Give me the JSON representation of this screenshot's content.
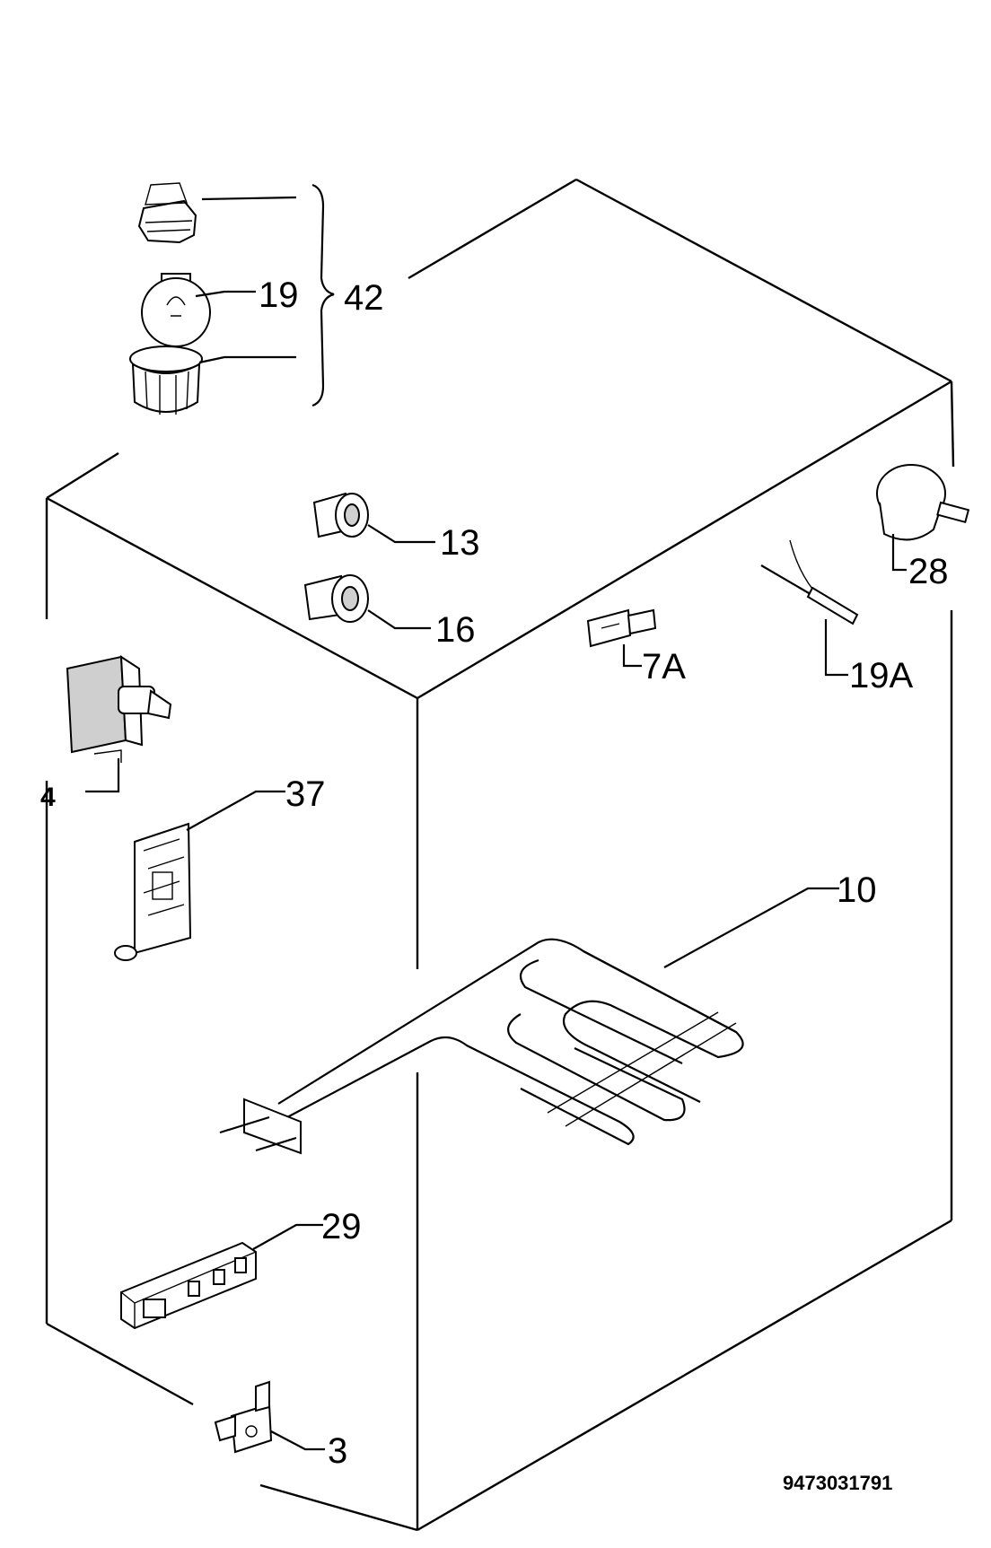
{
  "labels": {
    "l42": "42",
    "l19": "19",
    "l13": "13",
    "l16": "16",
    "l28": "28",
    "l7a": "7A",
    "l19a": "19A",
    "l4": "4",
    "l37": "37",
    "l10": "10",
    "l29": "29",
    "l3": "3"
  },
  "diagram_code": "9473031791"
}
